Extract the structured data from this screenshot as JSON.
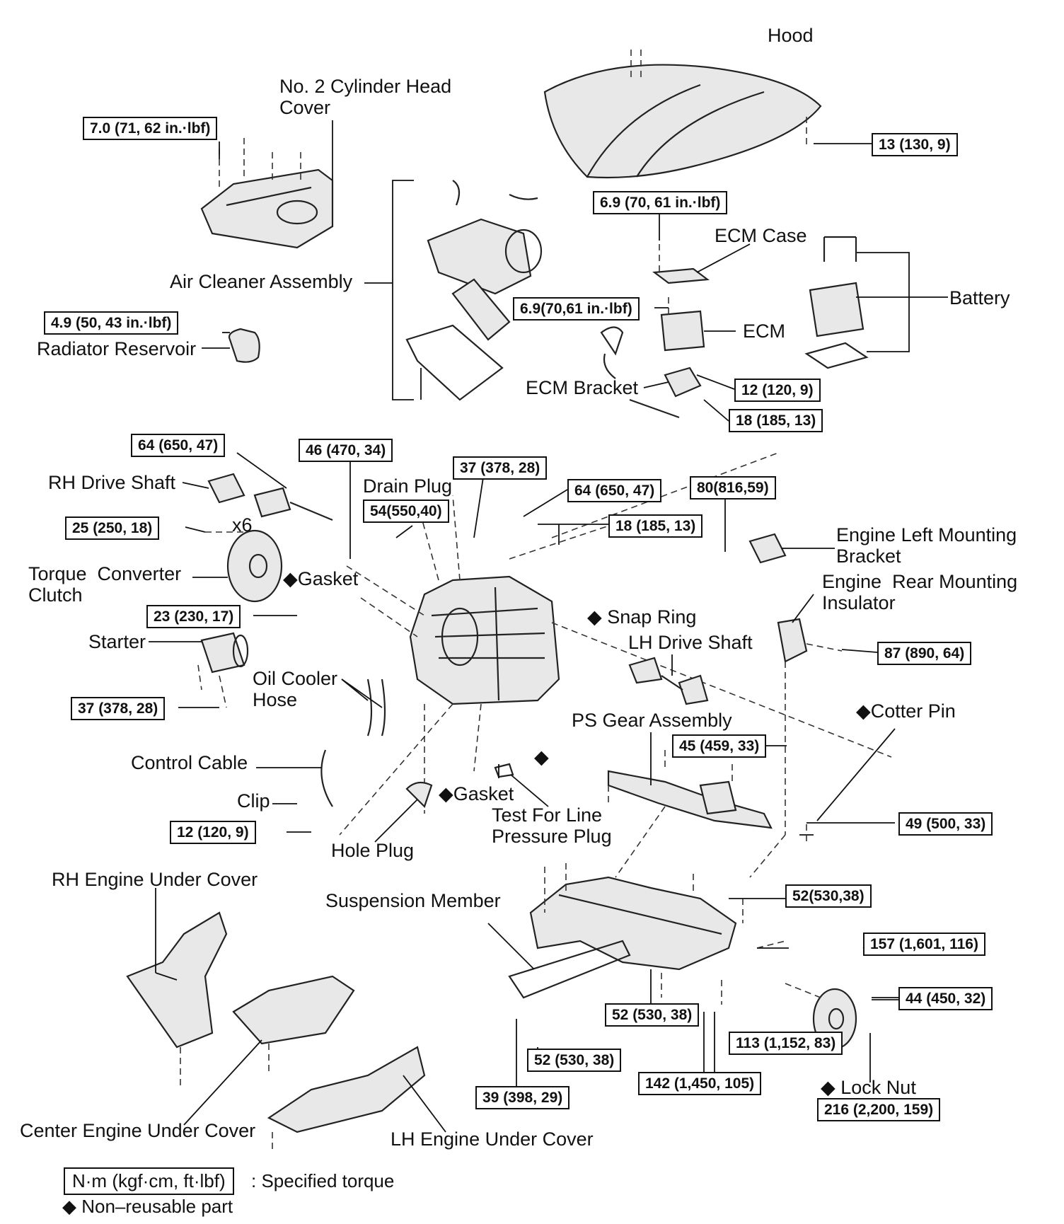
{
  "labels": {
    "hood": "Hood",
    "no2_cylinder_head_cover": "No. 2 Cylinder Head\nCover",
    "air_cleaner_assembly": "Air Cleaner Assembly",
    "radiator_reservoir": "Radiator Reservoir",
    "ecm_case": "ECM Case",
    "battery": "Battery",
    "ecm": "ECM",
    "ecm_bracket": "ECM Bracket",
    "rh_drive_shaft": "RH Drive Shaft",
    "drain_plug": "Drain Plug",
    "x6": "x6",
    "torque_converter_clutch": "Torque  Converter\nClutch",
    "gasket_1": "◆Gasket",
    "engine_left_mounting_bracket": "Engine Left Mounting\nBracket",
    "engine_rear_mounting_insulator": "Engine  Rear Mounting\nInsulator",
    "snap_ring": "◆ Snap Ring",
    "lh_drive_shaft": "LH Drive Shaft",
    "starter": "Starter",
    "oil_cooler_hose": "Oil Cooler\nHose",
    "ps_gear_assembly": "PS Gear Assembly",
    "cotter_pin": "◆Cotter Pin",
    "control_cable": "Control Cable",
    "clip": "Clip",
    "gasket_2": "◆Gasket",
    "test_for_line_pressure_plug": "Test For Line\nPressure Plug",
    "hole_plug": "Hole Plug",
    "rh_engine_under_cover": "RH Engine Under Cover",
    "suspension_member": "Suspension Member",
    "lock_nut": "◆ Lock Nut",
    "center_engine_under_cover": "Center Engine Under Cover",
    "lh_engine_under_cover": "LH Engine Under Cover",
    "diamond_small": "◆"
  },
  "torques": {
    "t_7_0": "7.0 (71, 62 in.·lbf)",
    "t_13": "13 (130, 9)",
    "t_6_9_a": "6.9 (70, 61 in.·lbf)",
    "t_6_9_b": "6.9(70,61 in.·lbf)",
    "t_4_9": "4.9 (50, 43 in.·lbf)",
    "t_12_a": "12 (120, 9)",
    "t_18_a": "18 (185, 13)",
    "t_64_a": "64 (650, 47)",
    "t_46": "46 (470, 34)",
    "t_37_a": "37 (378, 28)",
    "t_64_b": "64 (650, 47)",
    "t_80": "80(816,59)",
    "t_54": "54(550,40)",
    "t_18_b": "18 (185, 13)",
    "t_25": "25 (250, 18)",
    "t_23": "23 (230, 17)",
    "t_87": "87 (890, 64)",
    "t_37_b": "37 (378, 28)",
    "t_45": "45 (459, 33)",
    "t_49": "49 (500, 33)",
    "t_12_b": "12 (120, 9)",
    "t_52_a": "52(530,38)",
    "t_157": "157 (1,601, 116)",
    "t_44": "44 (450, 32)",
    "t_52_b": "52 (530, 38)",
    "t_113": "113 (1,152, 83)",
    "t_52_c": "52 (530, 38)",
    "t_142": "142 (1,450, 105)",
    "t_39": "39 (398, 29)",
    "t_216": "216 (2,200, 159)"
  },
  "legend": {
    "unit_box": "N·m (kgf·cm, ft·lbf)",
    "unit_desc": ": Specified torque",
    "non_reusable": "◆ Non–reusable part"
  }
}
